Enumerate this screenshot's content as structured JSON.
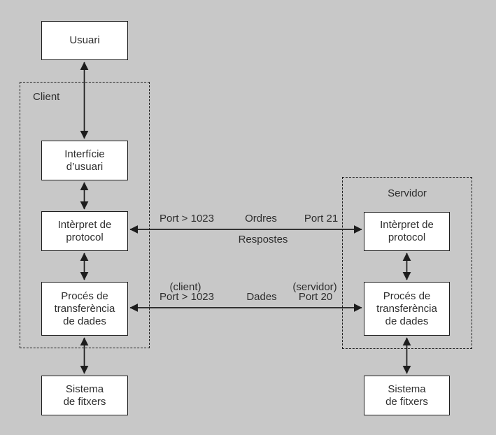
{
  "colors": {
    "background": "#c8c8c8",
    "box_fill": "#ffffff",
    "line": "#1d1d1d",
    "text": "#2e2e2e"
  },
  "groups": {
    "client": "Client",
    "servidor": "Servidor"
  },
  "nodes": {
    "usuari": "Usuari",
    "interficie": "Interfície\nd’usuari",
    "interpret_client": "Intèrpret de\nprotocol",
    "proces_client": "Procés de\ntransferència\nde dades",
    "sistema_client": "Sistema\nde fitxers",
    "interpret_servidor": "Intèrpret de\nprotocol",
    "proces_servidor": "Procés de\ntransferència\nde dades",
    "sistema_servidor": "Sistema\nde fitxers"
  },
  "connections": {
    "control": {
      "left_port": "Port > 1023",
      "top_label": "Ordres",
      "right_port": "Port 21",
      "bottom_label": "Respostes"
    },
    "data": {
      "left_role": "(client)",
      "left_port": "Port > 1023",
      "label": "Dades",
      "right_role": "(servidor)",
      "right_port": "Port 20"
    }
  }
}
